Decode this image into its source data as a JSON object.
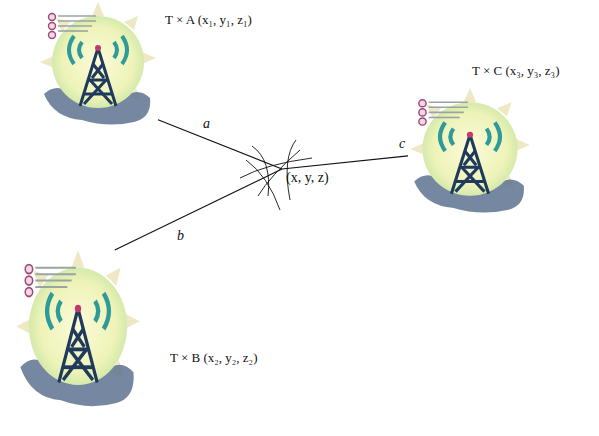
{
  "diagram": {
    "nodes": [
      {
        "text": [
          "T × A (x₁, y₁, z₁)"
        ]
      },
      {
        "text": [
          "T × B (x₂, y₂, z₂)"
        ]
      },
      {
        "text": [
          "T × C (x₃, y₃, z₃)"
        ]
      },
      {
        "text": [
          "(x, y, z)"
        ]
      }
    ],
    "edges": [
      {
        "from": 0,
        "to": 3,
        "label": "a",
        "arrow": "none"
      },
      {
        "from": 1,
        "to": 3,
        "label": "b",
        "arrow": "none"
      },
      {
        "from": 2,
        "to": 3,
        "label": "c",
        "arrow": "none"
      }
    ]
  }
}
